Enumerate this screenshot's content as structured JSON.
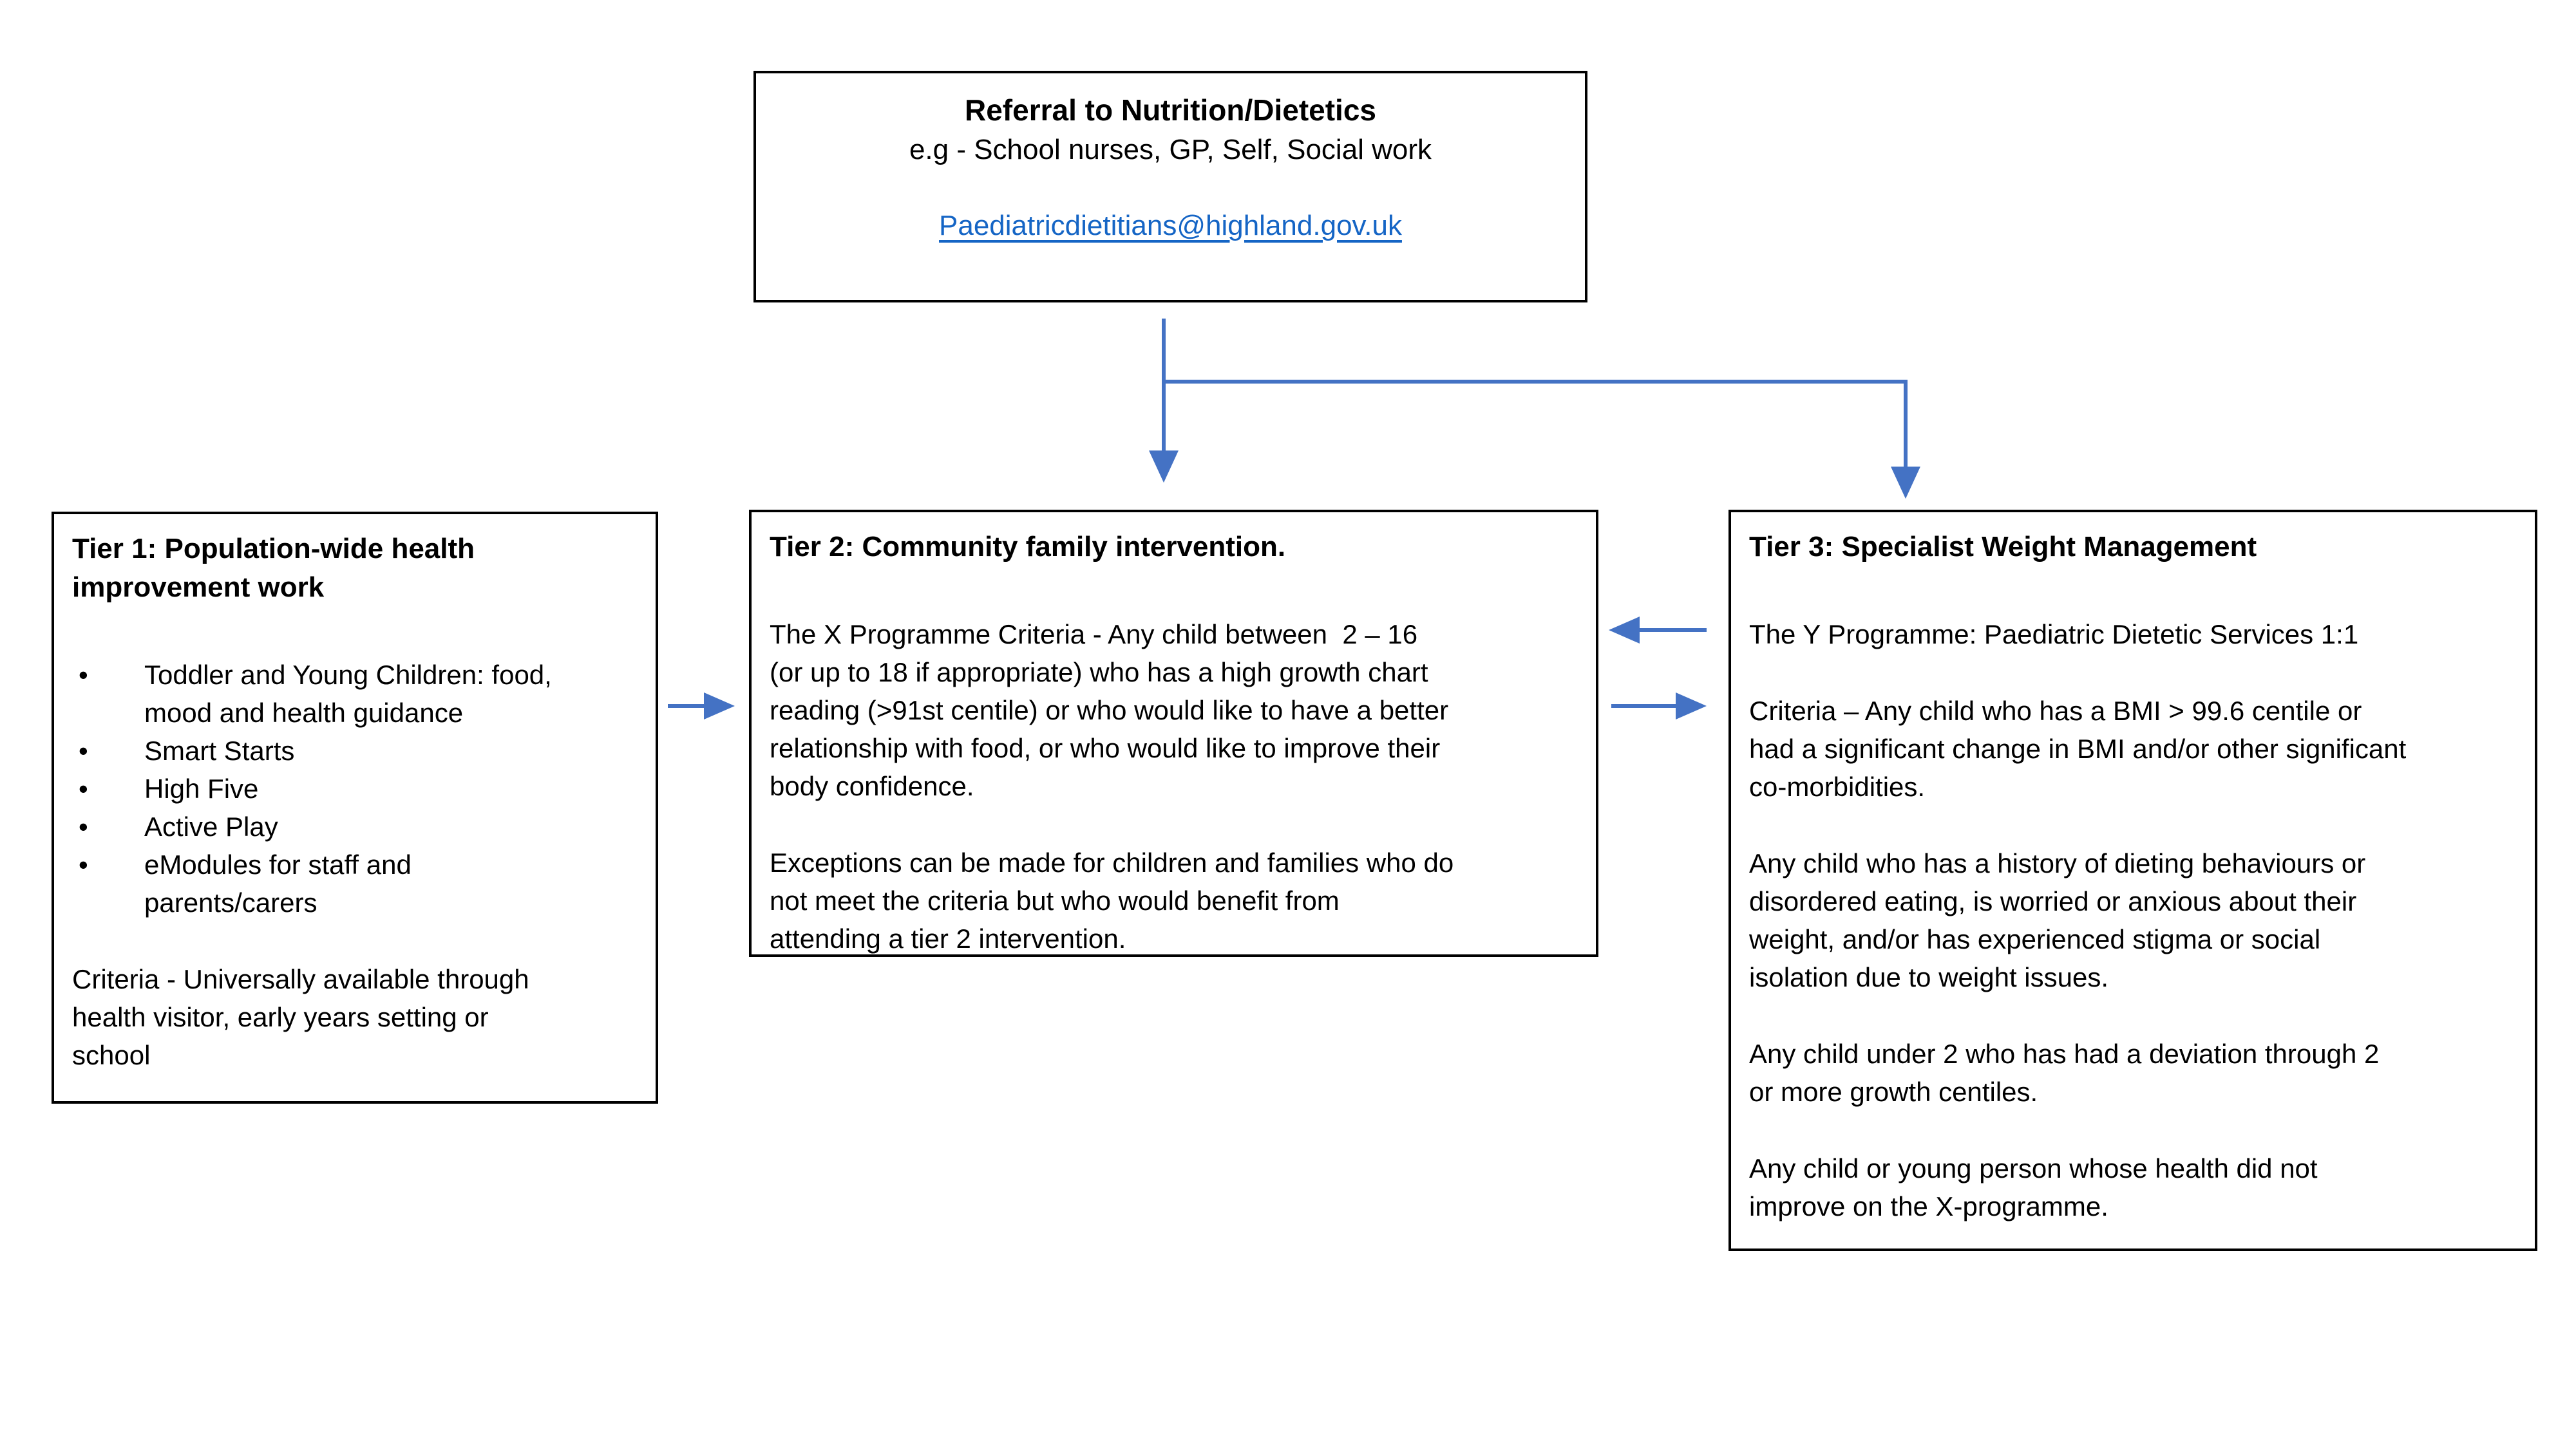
{
  "referral_box": {
    "title": "Referral to Nutrition/Dietetics",
    "subtitle": "e.g - School nurses, GP, Self, Social work",
    "email": "Paediatricdietitians@highland.gov.uk"
  },
  "tier1": {
    "title": "Tier 1: Population-wide health\nimprovement work",
    "bullets": [
      "Toddler and Young Children: food,\nmood and health guidance",
      "Smart Starts",
      "High Five",
      "Active Play",
      "eModules for staff and\nparents/carers"
    ],
    "bullet_glyph": "•",
    "criteria": "Criteria - Universally available through\nhealth visitor, early years setting or\nschool"
  },
  "tier2": {
    "title": "Tier 2: Community family intervention.",
    "para1": "The X Programme Criteria - Any child between  2 – 16\n(or up to 18 if appropriate) who has a high growth chart\nreading (>91st centile) or who would like to have a better\nrelationship with food, or who would like to improve their\nbody confidence.",
    "para2": "Exceptions can be made for children and families who do\nnot meet the criteria but who would benefit from\nattending a tier 2 intervention."
  },
  "tier3": {
    "title": "Tier 3: Specialist Weight Management",
    "para1": "The Y Programme: Paediatric Dietetic Services 1:1",
    "para2": "Criteria – Any child who has a BMI > 99.6 centile or\nhad a significant change in BMI and/or other significant\nco-morbidities.",
    "para3": "Any child who has a history of dieting behaviours or\ndisordered eating, is worried or anxious about their\nweight, and/or has experienced stigma or social\nisolation due to weight issues.",
    "para4": "Any child under 2 who has had a deviation through 2\nor more growth centiles.",
    "para5": "Any child or young person whose health did not\nimprove on the X-programme."
  },
  "colors": {
    "arrow_blue": "#4472C4",
    "link_blue": "#1565C5",
    "border_black": "#000000"
  }
}
